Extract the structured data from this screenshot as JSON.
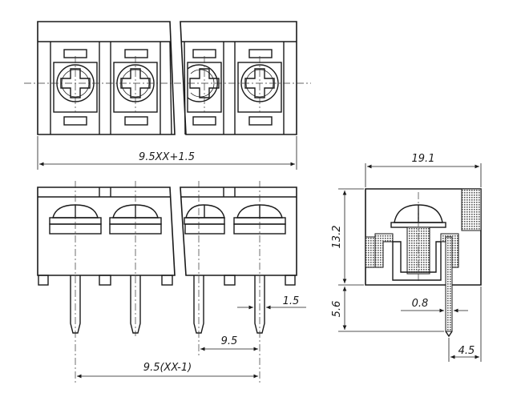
{
  "dimensions": {
    "overall_length": "9.5XX+1.5",
    "depth": "19.1",
    "height": "13.2",
    "pin_length": "5.6",
    "pin_width": "0.8",
    "pin_pitch_gap": "1.5",
    "pitch": "9.5",
    "pin_span": "9.5(XX-1)",
    "pin_offset": "4.5"
  },
  "colors": {
    "line": "#1a1a1a",
    "background": "#ffffff"
  }
}
